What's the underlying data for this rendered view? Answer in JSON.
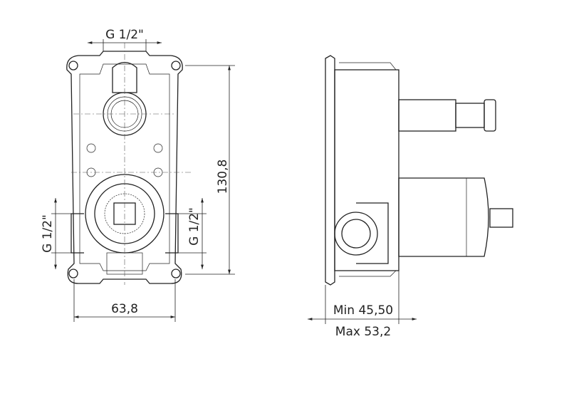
{
  "dimensions": {
    "top_thread": "G 1/2\"",
    "height": "130,8",
    "left_thread": "G 1/2\"",
    "right_thread": "G 1/2\"",
    "width": "63,8",
    "min_depth": "Min 45,50",
    "max_depth": "Max 53,2"
  }
}
